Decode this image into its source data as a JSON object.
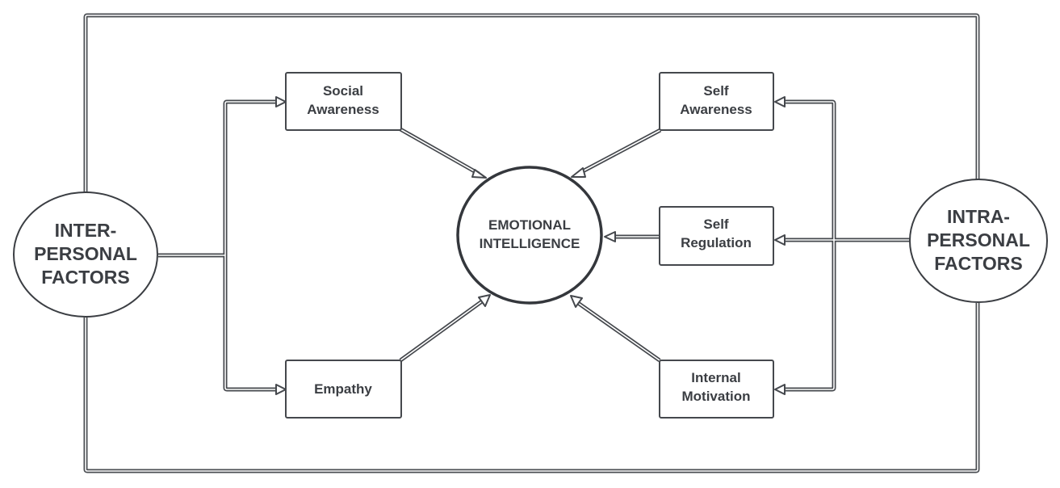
{
  "diagram": {
    "center": {
      "id": "emotional-intelligence",
      "lines": [
        "EMOTIONAL",
        "INTELLIGENCE"
      ]
    },
    "factors": [
      {
        "id": "inter-personal-factors",
        "lines": [
          "INTER-",
          "PERSONAL",
          "FACTORS"
        ]
      },
      {
        "id": "intra-personal-factors",
        "lines": [
          "INTRA-",
          "PERSONAL",
          "FACTORS"
        ]
      }
    ],
    "components": [
      {
        "id": "social-awareness",
        "lines": [
          "Social",
          "Awareness"
        ],
        "group": "inter-personal-factors"
      },
      {
        "id": "empathy",
        "lines": [
          "Empathy"
        ],
        "group": "inter-personal-factors"
      },
      {
        "id": "self-awareness",
        "lines": [
          "Self",
          "Awareness"
        ],
        "group": "intra-personal-factors"
      },
      {
        "id": "self-regulation",
        "lines": [
          "Self",
          "Regulation"
        ],
        "group": "intra-personal-factors"
      },
      {
        "id": "internal-motivation",
        "lines": [
          "Internal",
          "Motivation"
        ],
        "group": "intra-personal-factors"
      }
    ],
    "edges": [
      {
        "from": "inter-personal-factors",
        "to": "social-awareness"
      },
      {
        "from": "inter-personal-factors",
        "to": "empathy"
      },
      {
        "from": "intra-personal-factors",
        "to": "self-awareness"
      },
      {
        "from": "intra-personal-factors",
        "to": "self-regulation"
      },
      {
        "from": "intra-personal-factors",
        "to": "internal-motivation"
      },
      {
        "from": "social-awareness",
        "to": "emotional-intelligence"
      },
      {
        "from": "empathy",
        "to": "emotional-intelligence"
      },
      {
        "from": "self-awareness",
        "to": "emotional-intelligence"
      },
      {
        "from": "self-regulation",
        "to": "emotional-intelligence"
      },
      {
        "from": "internal-motivation",
        "to": "emotional-intelligence"
      },
      {
        "from": "inter-personal-factors",
        "to": "intra-personal-factors",
        "style": "frame"
      }
    ]
  }
}
